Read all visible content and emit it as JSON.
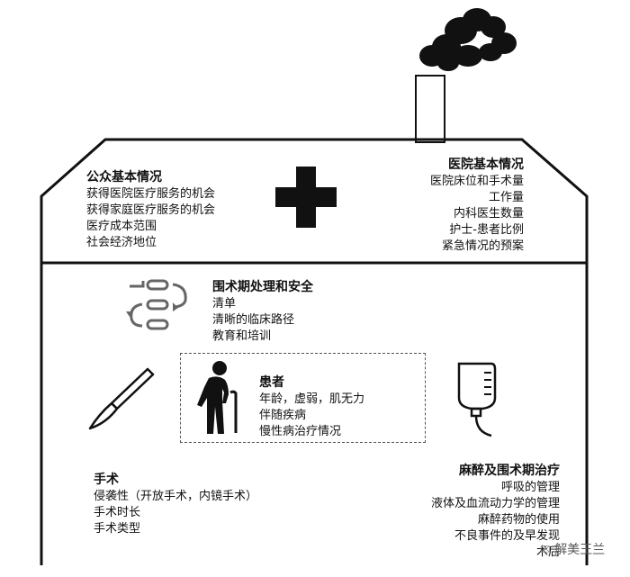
{
  "public": {
    "title": "公众基本情况",
    "items": [
      "获得医院医疗服务的机会",
      "获得家庭医疗服务的机会",
      "医疗成本范围",
      "社会经济地位"
    ]
  },
  "hospital": {
    "title": "医院基本情况",
    "items": [
      "医院床位和手术量",
      "工作量",
      "内科医生数量",
      "护士-患者比例",
      "紧急情况的预案"
    ]
  },
  "periop": {
    "title": "围术期处理和安全",
    "items": [
      "清单",
      "清晰的临床路径",
      "教育和培训"
    ]
  },
  "patient": {
    "title": "患者",
    "items": [
      "年龄，虚弱，肌无力",
      "伴随疾病",
      "慢性病治疗情况"
    ]
  },
  "surgery": {
    "title": "手术",
    "items": [
      "侵袭性（开放手术，内镜手术）",
      "手术时长",
      "手术类型"
    ]
  },
  "anesthesia": {
    "title": "麻醉及围术期治疗",
    "items": [
      "呼吸的管理",
      "液体及血流动力学的管理",
      "麻醉药物的使用",
      "不良事件的及早发现",
      "术后"
    ]
  },
  "watermark": "解美王兰",
  "icons": {
    "chimney_smoke": "smoke-icon",
    "cross": "medical-cross-icon",
    "cycle": "process-cycle-icon",
    "scalpel": "scalpel-icon",
    "elderly": "elderly-person-icon",
    "iv_bag": "iv-bag-icon"
  }
}
